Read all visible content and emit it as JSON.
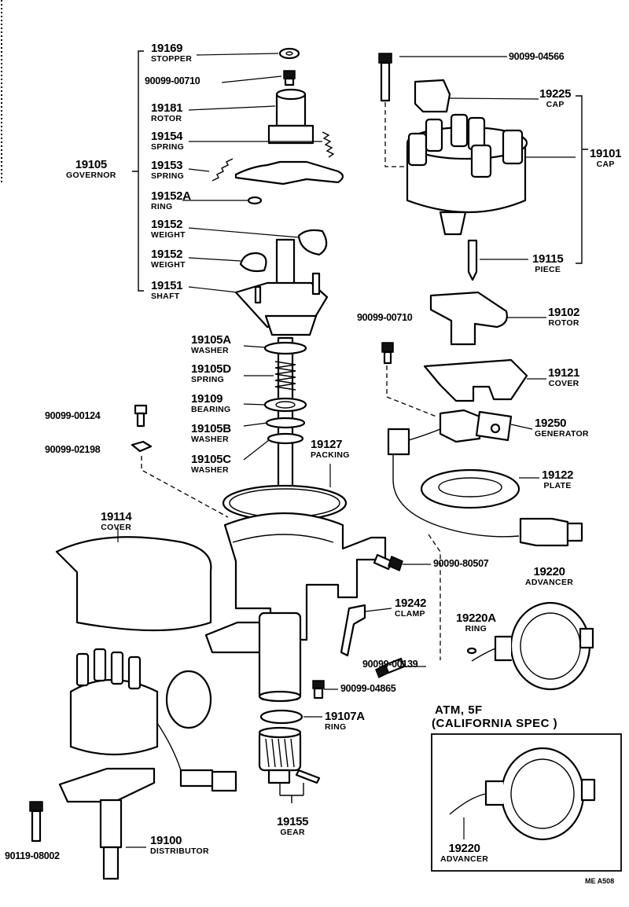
{
  "parts": {
    "p19169": {
      "num": "19169",
      "name": "STOPPER"
    },
    "p90099_00710_top": {
      "num": "90099-00710"
    },
    "p19181": {
      "num": "19181",
      "name": "ROTOR"
    },
    "p19154": {
      "num": "19154",
      "name": "SPRING"
    },
    "p19105": {
      "num": "19105",
      "name": "GOVERNOR"
    },
    "p19153": {
      "num": "19153",
      "name": "SPRING"
    },
    "p19152A": {
      "num": "19152A",
      "name": "RING"
    },
    "p19152_a": {
      "num": "19152",
      "name": "WEIGHT"
    },
    "p19152_b": {
      "num": "19152",
      "name": "WEIGHT"
    },
    "p19151": {
      "num": "19151",
      "name": "SHAFT"
    },
    "p90099_04566": {
      "num": "90099-04566"
    },
    "p19225": {
      "num": "19225",
      "name": "CAP"
    },
    "p19101": {
      "num": "19101",
      "name": "CAP"
    },
    "p19115": {
      "num": "19115",
      "name": "PIECE"
    },
    "p90099_00710_mid": {
      "num": "90099-00710"
    },
    "p19102": {
      "num": "19102",
      "name": "ROTOR"
    },
    "p19105A": {
      "num": "19105A",
      "name": "WASHER"
    },
    "p19105D": {
      "num": "19105D",
      "name": "SPRING"
    },
    "p19121": {
      "num": "19121",
      "name": "COVER"
    },
    "p19109": {
      "num": "19109",
      "name": "BEARING"
    },
    "p90099_00124": {
      "num": "90099-00124"
    },
    "p19250": {
      "num": "19250",
      "name": "GENERATOR"
    },
    "p19105B": {
      "num": "19105B",
      "name": "WASHER"
    },
    "p90099_02198": {
      "num": "90099-02198"
    },
    "p19105C": {
      "num": "19105C",
      "name": "WASHER"
    },
    "p19127": {
      "num": "19127",
      "name": "PACKING"
    },
    "p19122": {
      "num": "19122",
      "name": "PLATE"
    },
    "p19114": {
      "num": "19114",
      "name": "COVER"
    },
    "p90090_80507": {
      "num": "90090-80507"
    },
    "p19220": {
      "num": "19220",
      "name": "ADVANCER"
    },
    "p19242": {
      "num": "19242",
      "name": "CLAMP"
    },
    "p19220A": {
      "num": "19220A",
      "name": "RING"
    },
    "p90099_00139": {
      "num": "90099-00139"
    },
    "p90099_04865": {
      "num": "90099-04865"
    },
    "p19107A": {
      "num": "19107A",
      "name": "RING"
    },
    "p19155": {
      "num": "19155",
      "name": "GEAR"
    },
    "p19100": {
      "num": "19100",
      "name": "DISTRIBUTOR"
    },
    "p90119_08002": {
      "num": "90119-08002"
    },
    "p19220_cal": {
      "num": "19220",
      "name": "ADVANCER"
    }
  },
  "inset": {
    "line1": "ATM, 5F",
    "line2": "(CALIFORNIA SPEC )"
  },
  "code": "ME  A508"
}
